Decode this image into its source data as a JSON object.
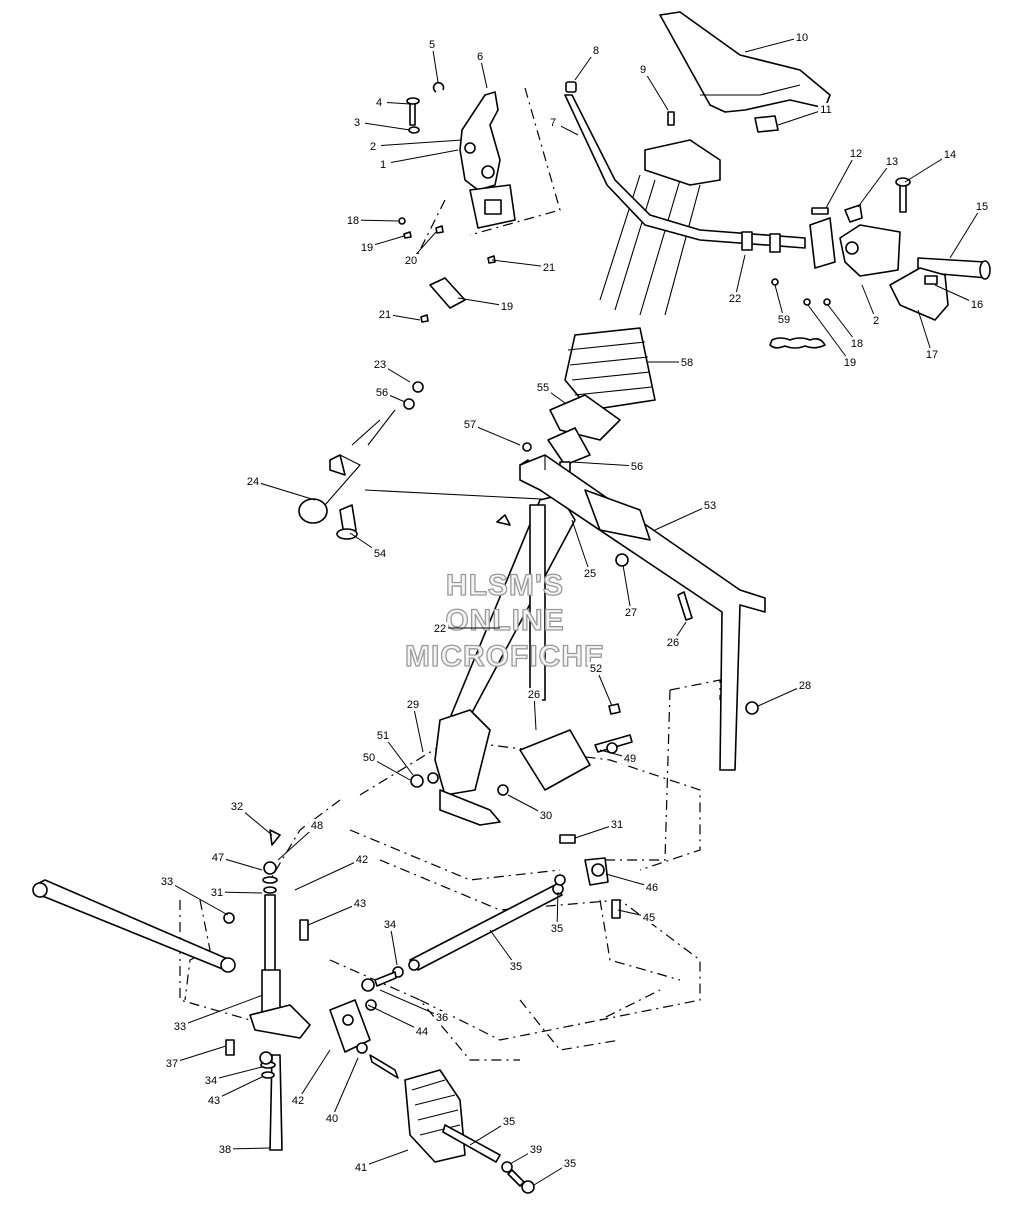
{
  "watermark": {
    "line1": "HLSM'S",
    "line2": "ONLINE",
    "line3": "MICROFICHE"
  },
  "callouts": [
    {
      "n": "1"
    },
    {
      "n": "2"
    },
    {
      "n": "3"
    },
    {
      "n": "4"
    },
    {
      "n": "5"
    },
    {
      "n": "6"
    },
    {
      "n": "7"
    },
    {
      "n": "8"
    },
    {
      "n": "9"
    },
    {
      "n": "10"
    },
    {
      "n": "11"
    },
    {
      "n": "12"
    },
    {
      "n": "13"
    },
    {
      "n": "14"
    },
    {
      "n": "15"
    },
    {
      "n": "16"
    },
    {
      "n": "17"
    },
    {
      "n": "2"
    },
    {
      "n": "18"
    },
    {
      "n": "19"
    },
    {
      "n": "20"
    },
    {
      "n": "21"
    },
    {
      "n": "22"
    },
    {
      "n": "18"
    },
    {
      "n": "19"
    },
    {
      "n": "59"
    },
    {
      "n": "21"
    },
    {
      "n": "19"
    },
    {
      "n": "58"
    },
    {
      "n": "23"
    },
    {
      "n": "56"
    },
    {
      "n": "55"
    },
    {
      "n": "57"
    },
    {
      "n": "56"
    },
    {
      "n": "24"
    },
    {
      "n": "54"
    },
    {
      "n": "53"
    },
    {
      "n": "25"
    },
    {
      "n": "27"
    },
    {
      "n": "26"
    },
    {
      "n": "22"
    },
    {
      "n": "52"
    },
    {
      "n": "28"
    },
    {
      "n": "26"
    },
    {
      "n": "29"
    },
    {
      "n": "51"
    },
    {
      "n": "50"
    },
    {
      "n": "49"
    },
    {
      "n": "30"
    },
    {
      "n": "31"
    },
    {
      "n": "32"
    },
    {
      "n": "48"
    },
    {
      "n": "47"
    },
    {
      "n": "42"
    },
    {
      "n": "46"
    },
    {
      "n": "33"
    },
    {
      "n": "31"
    },
    {
      "n": "43"
    },
    {
      "n": "45"
    },
    {
      "n": "34"
    },
    {
      "n": "35"
    },
    {
      "n": "35"
    },
    {
      "n": "36"
    },
    {
      "n": "33"
    },
    {
      "n": "44"
    },
    {
      "n": "37"
    },
    {
      "n": "34"
    },
    {
      "n": "43"
    },
    {
      "n": "42"
    },
    {
      "n": "40"
    },
    {
      "n": "35"
    },
    {
      "n": "38"
    },
    {
      "n": "41"
    },
    {
      "n": "39"
    },
    {
      "n": "35"
    },
    {
      "n": "33"
    }
  ]
}
